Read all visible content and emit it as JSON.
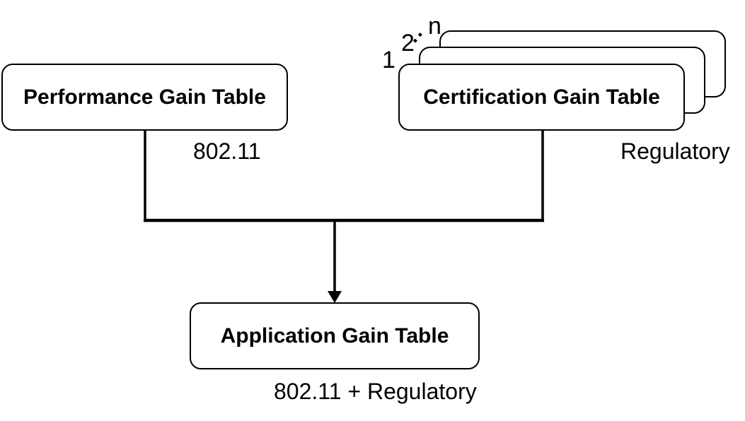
{
  "boxes": {
    "performance": {
      "label": "Performance Gain Table",
      "sublabel": "802.11"
    },
    "certification": {
      "label": "Certification Gain Table",
      "sublabel": "Regulatory"
    },
    "application": {
      "label": "Application Gain Table",
      "sublabel": "802.11 + Regulatory"
    }
  },
  "stack": {
    "first": "1",
    "second": "2",
    "ellipsis": "··",
    "last": "n"
  },
  "colors": {
    "line": "#000000",
    "box_border": "#000000",
    "box_fill": "#ffffff",
    "text": "#000000",
    "background": "#ffffff"
  }
}
